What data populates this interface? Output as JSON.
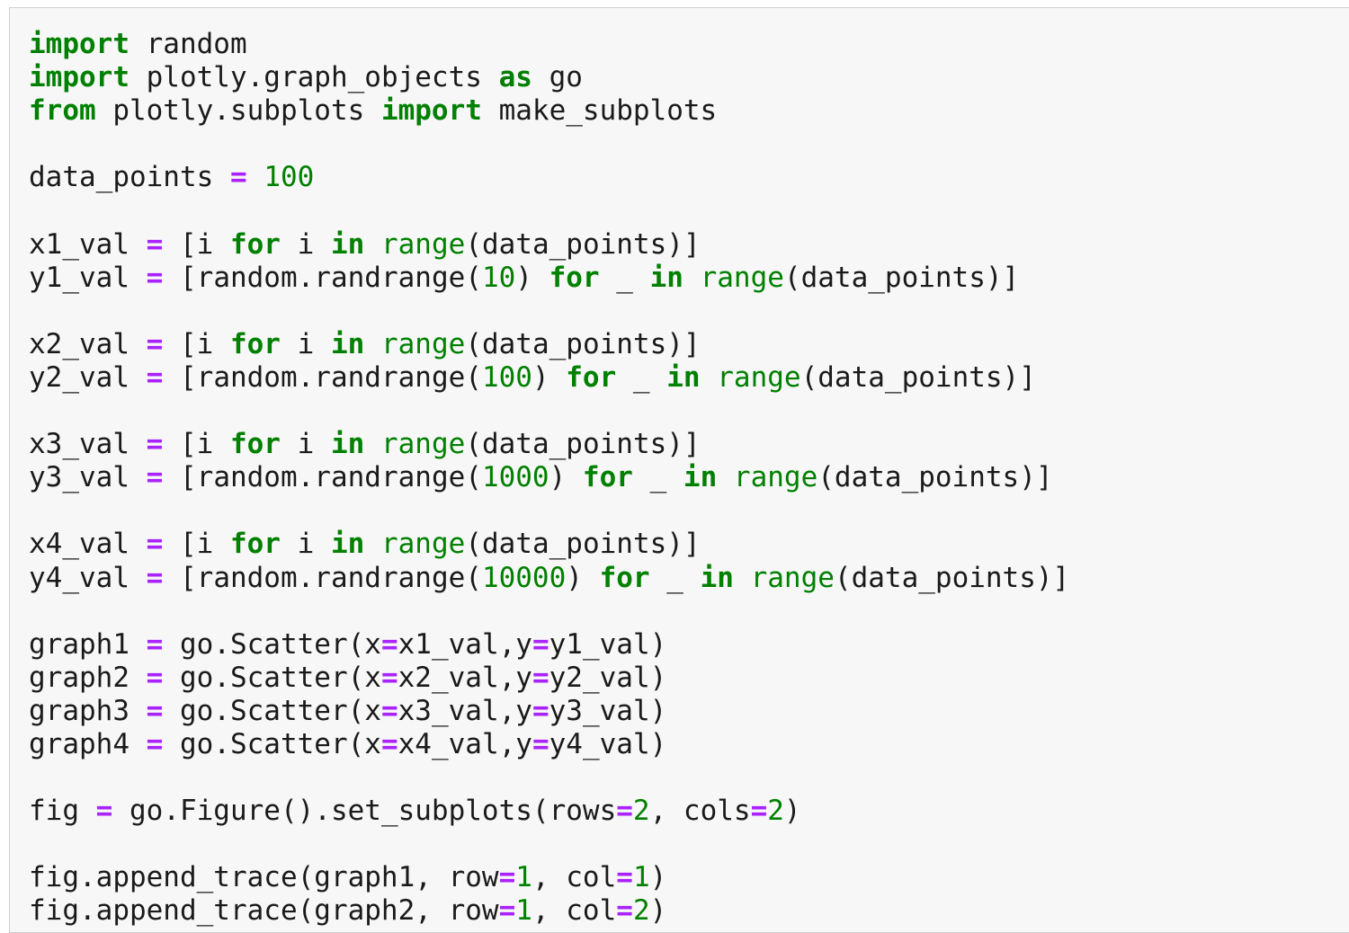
{
  "editor": {
    "lines": [
      [
        {
          "t": "kw",
          "v": "import"
        },
        {
          "t": "id",
          "v": " random"
        }
      ],
      [
        {
          "t": "kw",
          "v": "import"
        },
        {
          "t": "id",
          "v": " plotly.graph_objects "
        },
        {
          "t": "kw",
          "v": "as"
        },
        {
          "t": "id",
          "v": " go"
        }
      ],
      [
        {
          "t": "kw",
          "v": "from"
        },
        {
          "t": "id",
          "v": " plotly.subplots "
        },
        {
          "t": "kw",
          "v": "import"
        },
        {
          "t": "id",
          "v": " make_subplots"
        }
      ],
      [],
      [
        {
          "t": "id",
          "v": "data_points "
        },
        {
          "t": "op",
          "v": "="
        },
        {
          "t": "id",
          "v": " "
        },
        {
          "t": "num",
          "v": "100"
        }
      ],
      [],
      [
        {
          "t": "id",
          "v": "x1_val "
        },
        {
          "t": "op",
          "v": "="
        },
        {
          "t": "id",
          "v": " [i "
        },
        {
          "t": "kw",
          "v": "for"
        },
        {
          "t": "id",
          "v": " i "
        },
        {
          "t": "kw",
          "v": "in"
        },
        {
          "t": "id",
          "v": " "
        },
        {
          "t": "bi",
          "v": "range"
        },
        {
          "t": "id",
          "v": "(data_points)]"
        }
      ],
      [
        {
          "t": "id",
          "v": "y1_val "
        },
        {
          "t": "op",
          "v": "="
        },
        {
          "t": "id",
          "v": " [random.randrange("
        },
        {
          "t": "num",
          "v": "10"
        },
        {
          "t": "id",
          "v": ") "
        },
        {
          "t": "kw",
          "v": "for"
        },
        {
          "t": "id",
          "v": " _ "
        },
        {
          "t": "kw",
          "v": "in"
        },
        {
          "t": "id",
          "v": " "
        },
        {
          "t": "bi",
          "v": "range"
        },
        {
          "t": "id",
          "v": "(data_points)]"
        }
      ],
      [],
      [
        {
          "t": "id",
          "v": "x2_val "
        },
        {
          "t": "op",
          "v": "="
        },
        {
          "t": "id",
          "v": " [i "
        },
        {
          "t": "kw",
          "v": "for"
        },
        {
          "t": "id",
          "v": " i "
        },
        {
          "t": "kw",
          "v": "in"
        },
        {
          "t": "id",
          "v": " "
        },
        {
          "t": "bi",
          "v": "range"
        },
        {
          "t": "id",
          "v": "(data_points)]"
        }
      ],
      [
        {
          "t": "id",
          "v": "y2_val "
        },
        {
          "t": "op",
          "v": "="
        },
        {
          "t": "id",
          "v": " [random.randrange("
        },
        {
          "t": "num",
          "v": "100"
        },
        {
          "t": "id",
          "v": ") "
        },
        {
          "t": "kw",
          "v": "for"
        },
        {
          "t": "id",
          "v": " _ "
        },
        {
          "t": "kw",
          "v": "in"
        },
        {
          "t": "id",
          "v": " "
        },
        {
          "t": "bi",
          "v": "range"
        },
        {
          "t": "id",
          "v": "(data_points)]"
        }
      ],
      [],
      [
        {
          "t": "id",
          "v": "x3_val "
        },
        {
          "t": "op",
          "v": "="
        },
        {
          "t": "id",
          "v": " [i "
        },
        {
          "t": "kw",
          "v": "for"
        },
        {
          "t": "id",
          "v": " i "
        },
        {
          "t": "kw",
          "v": "in"
        },
        {
          "t": "id",
          "v": " "
        },
        {
          "t": "bi",
          "v": "range"
        },
        {
          "t": "id",
          "v": "(data_points)]"
        }
      ],
      [
        {
          "t": "id",
          "v": "y3_val "
        },
        {
          "t": "op",
          "v": "="
        },
        {
          "t": "id",
          "v": " [random.randrange("
        },
        {
          "t": "num",
          "v": "1000"
        },
        {
          "t": "id",
          "v": ") "
        },
        {
          "t": "kw",
          "v": "for"
        },
        {
          "t": "id",
          "v": " _ "
        },
        {
          "t": "kw",
          "v": "in"
        },
        {
          "t": "id",
          "v": " "
        },
        {
          "t": "bi",
          "v": "range"
        },
        {
          "t": "id",
          "v": "(data_points)]"
        }
      ],
      [],
      [
        {
          "t": "id",
          "v": "x4_val "
        },
        {
          "t": "op",
          "v": "="
        },
        {
          "t": "id",
          "v": " [i "
        },
        {
          "t": "kw",
          "v": "for"
        },
        {
          "t": "id",
          "v": " i "
        },
        {
          "t": "kw",
          "v": "in"
        },
        {
          "t": "id",
          "v": " "
        },
        {
          "t": "bi",
          "v": "range"
        },
        {
          "t": "id",
          "v": "(data_points)]"
        }
      ],
      [
        {
          "t": "id",
          "v": "y4_val "
        },
        {
          "t": "op",
          "v": "="
        },
        {
          "t": "id",
          "v": " [random.randrange("
        },
        {
          "t": "num",
          "v": "10000"
        },
        {
          "t": "id",
          "v": ") "
        },
        {
          "t": "kw",
          "v": "for"
        },
        {
          "t": "id",
          "v": " _ "
        },
        {
          "t": "kw",
          "v": "in"
        },
        {
          "t": "id",
          "v": " "
        },
        {
          "t": "bi",
          "v": "range"
        },
        {
          "t": "id",
          "v": "(data_points)]"
        }
      ],
      [],
      [
        {
          "t": "id",
          "v": "graph1 "
        },
        {
          "t": "op",
          "v": "="
        },
        {
          "t": "id",
          "v": " go.Scatter(x"
        },
        {
          "t": "op",
          "v": "="
        },
        {
          "t": "id",
          "v": "x1_val,y"
        },
        {
          "t": "op",
          "v": "="
        },
        {
          "t": "id",
          "v": "y1_val)"
        }
      ],
      [
        {
          "t": "id",
          "v": "graph2 "
        },
        {
          "t": "op",
          "v": "="
        },
        {
          "t": "id",
          "v": " go.Scatter(x"
        },
        {
          "t": "op",
          "v": "="
        },
        {
          "t": "id",
          "v": "x2_val,y"
        },
        {
          "t": "op",
          "v": "="
        },
        {
          "t": "id",
          "v": "y2_val)"
        }
      ],
      [
        {
          "t": "id",
          "v": "graph3 "
        },
        {
          "t": "op",
          "v": "="
        },
        {
          "t": "id",
          "v": " go.Scatter(x"
        },
        {
          "t": "op",
          "v": "="
        },
        {
          "t": "id",
          "v": "x3_val,y"
        },
        {
          "t": "op",
          "v": "="
        },
        {
          "t": "id",
          "v": "y3_val)"
        }
      ],
      [
        {
          "t": "id",
          "v": "graph4 "
        },
        {
          "t": "op",
          "v": "="
        },
        {
          "t": "id",
          "v": " go.Scatter(x"
        },
        {
          "t": "op",
          "v": "="
        },
        {
          "t": "id",
          "v": "x4_val,y"
        },
        {
          "t": "op",
          "v": "="
        },
        {
          "t": "id",
          "v": "y4_val)"
        }
      ],
      [],
      [
        {
          "t": "id",
          "v": "fig "
        },
        {
          "t": "op",
          "v": "="
        },
        {
          "t": "id",
          "v": " go.Figure().set_subplots(rows"
        },
        {
          "t": "op",
          "v": "="
        },
        {
          "t": "num",
          "v": "2"
        },
        {
          "t": "id",
          "v": ", cols"
        },
        {
          "t": "op",
          "v": "="
        },
        {
          "t": "num",
          "v": "2"
        },
        {
          "t": "id",
          "v": ")"
        }
      ],
      [],
      [
        {
          "t": "id",
          "v": "fig.append_trace(graph1, row"
        },
        {
          "t": "op",
          "v": "="
        },
        {
          "t": "num",
          "v": "1"
        },
        {
          "t": "id",
          "v": ", col"
        },
        {
          "t": "op",
          "v": "="
        },
        {
          "t": "num",
          "v": "1"
        },
        {
          "t": "id",
          "v": ")"
        }
      ],
      [
        {
          "t": "id",
          "v": "fig.append_trace(graph2, row"
        },
        {
          "t": "op",
          "v": "="
        },
        {
          "t": "num",
          "v": "1"
        },
        {
          "t": "id",
          "v": ", col"
        },
        {
          "t": "op",
          "v": "="
        },
        {
          "t": "num",
          "v": "2"
        },
        {
          "t": "id",
          "v": ")"
        }
      ]
    ]
  },
  "colors": {
    "keyword": "#008000",
    "operator": "#aa22ff",
    "number": "#008000",
    "builtin": "#008000",
    "text": "#1a1a1a",
    "cell_background": "#f7f7f7",
    "cell_border": "#cfcfcf"
  }
}
